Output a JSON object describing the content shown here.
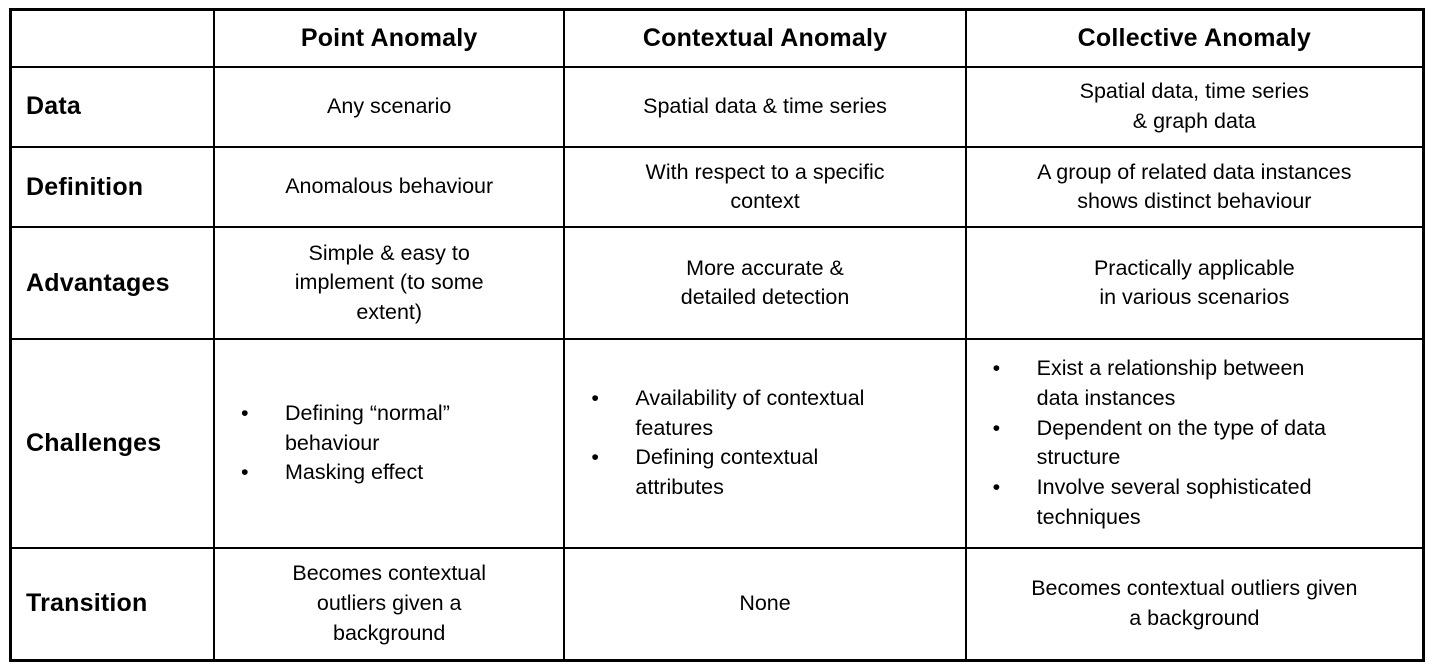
{
  "colors": {
    "background": "#ffffff",
    "text": "#000000",
    "border": "#000000"
  },
  "glyphs": {
    "bullet": "•"
  },
  "table": {
    "columns": [
      "",
      "Point Anomaly",
      "Contextual Anomaly",
      "Collective Anomaly"
    ],
    "rows": [
      {
        "label": "Data",
        "cells": [
          {
            "text": "Any scenario"
          },
          {
            "text": "Spatial data & time series"
          },
          {
            "text": "Spatial data, time series\n& graph data"
          }
        ]
      },
      {
        "label": "Definition",
        "cells": [
          {
            "text": "Anomalous behaviour"
          },
          {
            "text": "With respect to a specific\ncontext"
          },
          {
            "text": "A group of related data instances\nshows distinct behaviour"
          }
        ]
      },
      {
        "label": "Advantages",
        "cells": [
          {
            "text": "Simple & easy to\nimplement (to some\nextent)"
          },
          {
            "text": "More accurate &\ndetailed detection"
          },
          {
            "text": "Practically applicable\nin various scenarios"
          }
        ]
      },
      {
        "label": "Challenges",
        "cells": [
          {
            "items": [
              "Defining “normal”\nbehaviour",
              "Masking effect"
            ]
          },
          {
            "items": [
              "Availability of contextual\nfeatures",
              "Defining contextual\nattributes"
            ]
          },
          {
            "items": [
              "Exist a relationship between\ndata instances",
              "Dependent on the type of data\nstructure",
              "Involve several sophisticated\ntechniques"
            ]
          }
        ]
      },
      {
        "label": "Transition",
        "cells": [
          {
            "text": "Becomes contextual\noutliers given a\nbackground"
          },
          {
            "text": "None"
          },
          {
            "text": "Becomes contextual outliers given\na background"
          }
        ]
      }
    ]
  }
}
